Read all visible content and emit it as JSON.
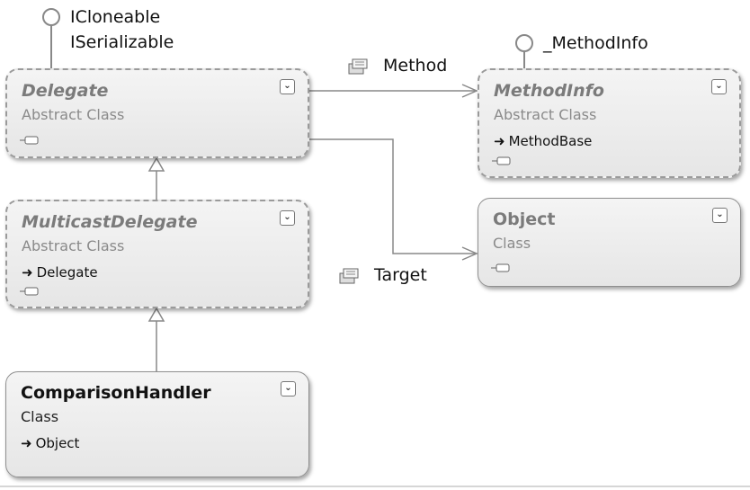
{
  "interfaces_delegate": [
    "ICloneable",
    "ISerializable"
  ],
  "interface_methodinfo": "_MethodInfo",
  "classes": {
    "delegate": {
      "name": "Delegate",
      "kind": "Abstract Class"
    },
    "multicast": {
      "name": "MulticastDelegate",
      "kind": "Abstract Class",
      "base": "Delegate"
    },
    "comparison": {
      "name": "ComparisonHandler",
      "kind": "Class",
      "base": "Object"
    },
    "methodinfo": {
      "name": "MethodInfo",
      "kind": "Abstract Class",
      "base": "MethodBase"
    },
    "object": {
      "name": "Object",
      "kind": "Class"
    }
  },
  "associations": {
    "method": "Method",
    "target": "Target"
  },
  "icons": {
    "expand": "chevron-down-icon",
    "base_arrow": "inheritance-arrow-icon",
    "property": "property-icon",
    "lollipop": "interface-lollipop-icon"
  },
  "colors": {
    "box_fill": "#ececec",
    "box_border": "#8f8f8f",
    "abstract_text": "#7b7b7b"
  }
}
